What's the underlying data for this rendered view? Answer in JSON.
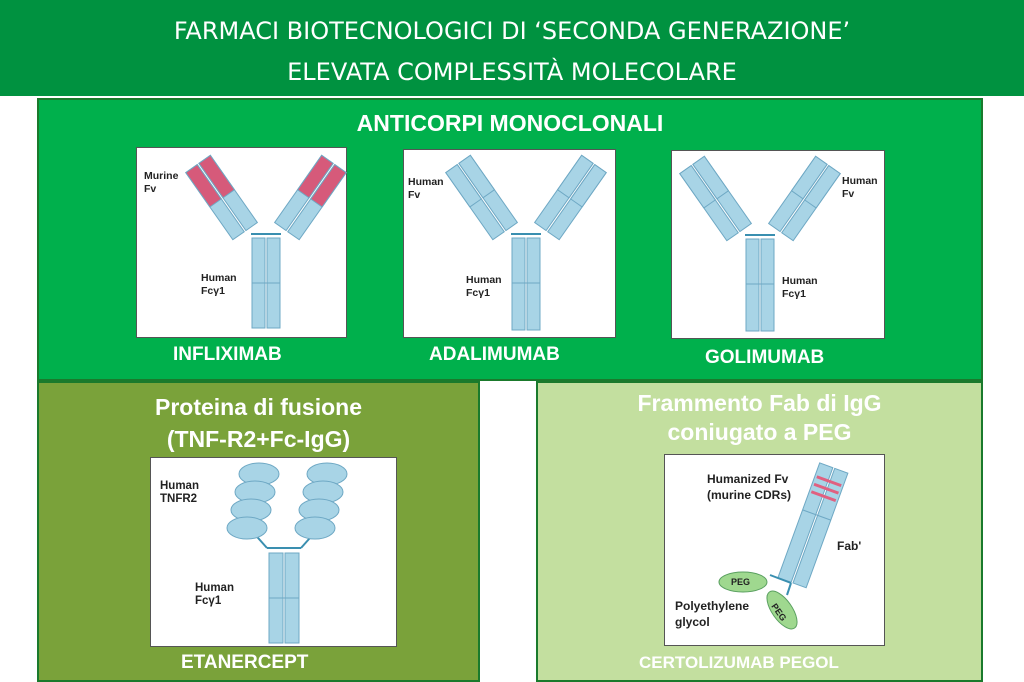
{
  "header": {
    "line1": "FARMACI BIOTECNOLOGICI DI ‘SECONDA GENERAZIONE’",
    "line2": "ELEVATA COMPLESSITÀ MOLECOLARE"
  },
  "monoclonal": {
    "title": "ANTICORPI MONOCLONALI",
    "antibodies": [
      {
        "name": "INFLIXIMAB",
        "fv_line1": "Murine",
        "fv_line2": "Fv",
        "fc_line1": "Human",
        "fc_line2": "Fcγ1",
        "fv_color": "#d65a7a"
      },
      {
        "name": "ADALIMUMAB",
        "fv_line1": "Human",
        "fv_line2": "Fv",
        "fc_line1": "Human",
        "fc_line2": "Fcγ1",
        "fv_color": "#a8d4e6"
      },
      {
        "name": "GOLIMUMAB",
        "fv_line1": "Human",
        "fv_line2": "Fv",
        "fc_line1": "Human",
        "fc_line2": "Fcγ1",
        "fv_color": "#a8d4e6"
      }
    ]
  },
  "fusion": {
    "title_line1": "Proteina di fusione",
    "title_line2": "(TNF-R2+Fc-IgG)",
    "name": "ETANERCEPT",
    "tnfr_line1": "Human",
    "tnfr_line2": "TNFR2",
    "fc_line1": "Human",
    "fc_line2": "Fcγ1"
  },
  "fab": {
    "title_line1": "Frammento Fab di IgG",
    "title_line2": "coniugato a PEG",
    "name": "CERTOLIZUMAB PEGOL",
    "fv_line1": "Humanized Fv",
    "fv_line2": "(murine CDRs)",
    "fab_label": "Fab'",
    "peg_label": "PEG",
    "poly_line1": "Polyethylene",
    "poly_line2": "glycol"
  },
  "colors": {
    "header": "#009240",
    "panel_top": "#00b04c",
    "panel_left": "#7aa23a",
    "panel_right": "#c3df9f",
    "protein": "#a8d4e6",
    "protein_stroke": "#6ea8c4",
    "murine": "#d65a7a",
    "peg": "#9fd88f"
  }
}
